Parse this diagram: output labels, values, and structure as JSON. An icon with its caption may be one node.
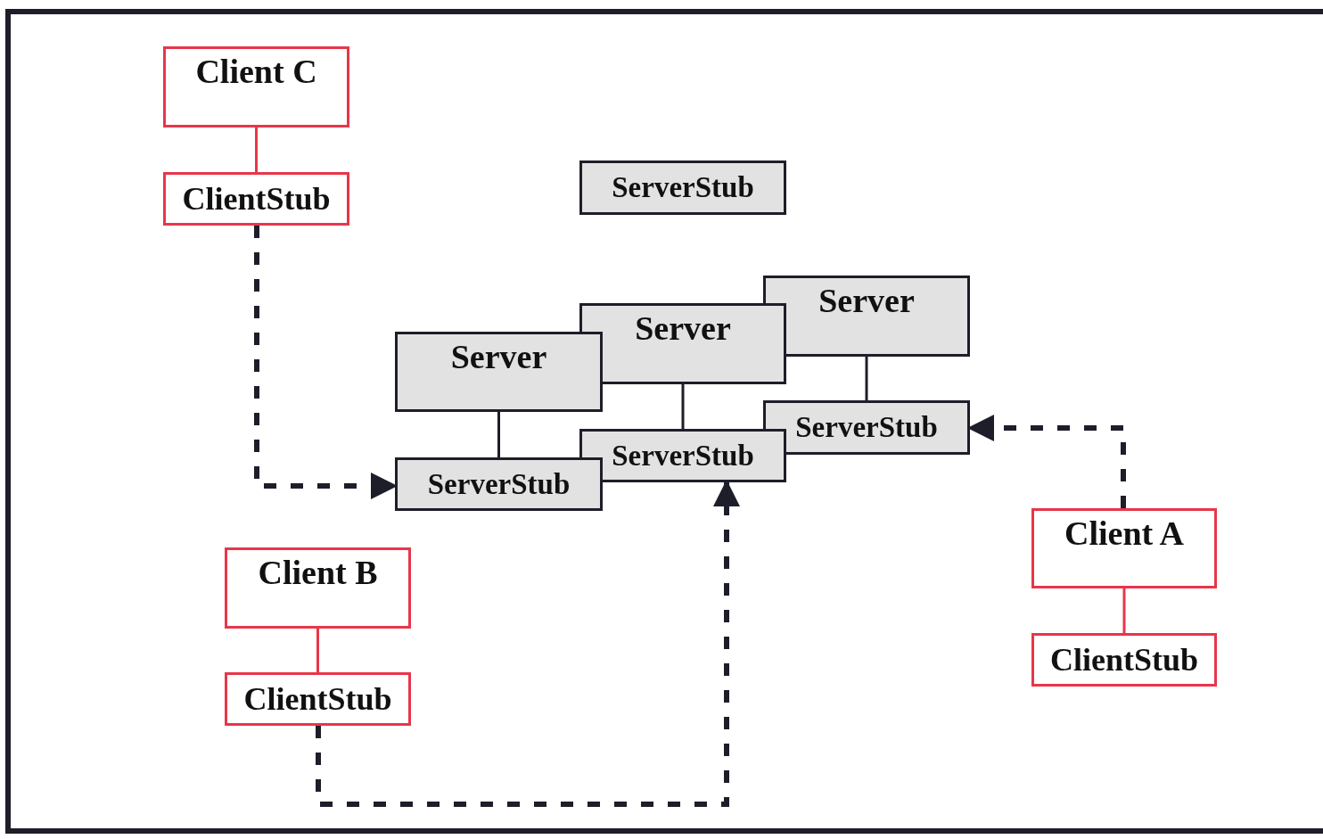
{
  "diagram": {
    "nodes": [
      {
        "text": [
          "Client C"
        ]
      },
      {
        "text": [
          "ClientStub"
        ]
      },
      {
        "text": [
          "ServerStub"
        ]
      },
      {
        "text": [
          "Server"
        ]
      },
      {
        "text": [
          "Server"
        ]
      },
      {
        "text": [
          "Server"
        ]
      },
      {
        "text": [
          "ServerStub"
        ]
      },
      {
        "text": [
          "ServerStub"
        ]
      },
      {
        "text": [
          "ServerStub"
        ]
      },
      {
        "text": [
          "Client A"
        ]
      },
      {
        "text": [
          "ClientStub"
        ]
      },
      {
        "text": [
          "Client B"
        ]
      },
      {
        "text": [
          "ClientStub"
        ]
      }
    ],
    "edges": [
      {
        "from": 0,
        "to": 1,
        "arrow": "none",
        "color": "#e8364a"
      },
      {
        "from": 1,
        "to": 8,
        "arrow": "to",
        "style": "dashed"
      },
      {
        "from": 5,
        "to": 8,
        "arrow": "none"
      },
      {
        "from": 4,
        "to": 7,
        "arrow": "none"
      },
      {
        "from": 3,
        "to": 6,
        "arrow": "none"
      },
      {
        "from": 9,
        "to": 6,
        "arrow": "to",
        "style": "dashed"
      },
      {
        "from": 9,
        "to": 10,
        "arrow": "none",
        "color": "#e8364a"
      },
      {
        "from": 11,
        "to": 12,
        "arrow": "none",
        "color": "#e8364a"
      },
      {
        "from": 12,
        "to": 7,
        "arrow": "to",
        "style": "dashed"
      }
    ]
  }
}
